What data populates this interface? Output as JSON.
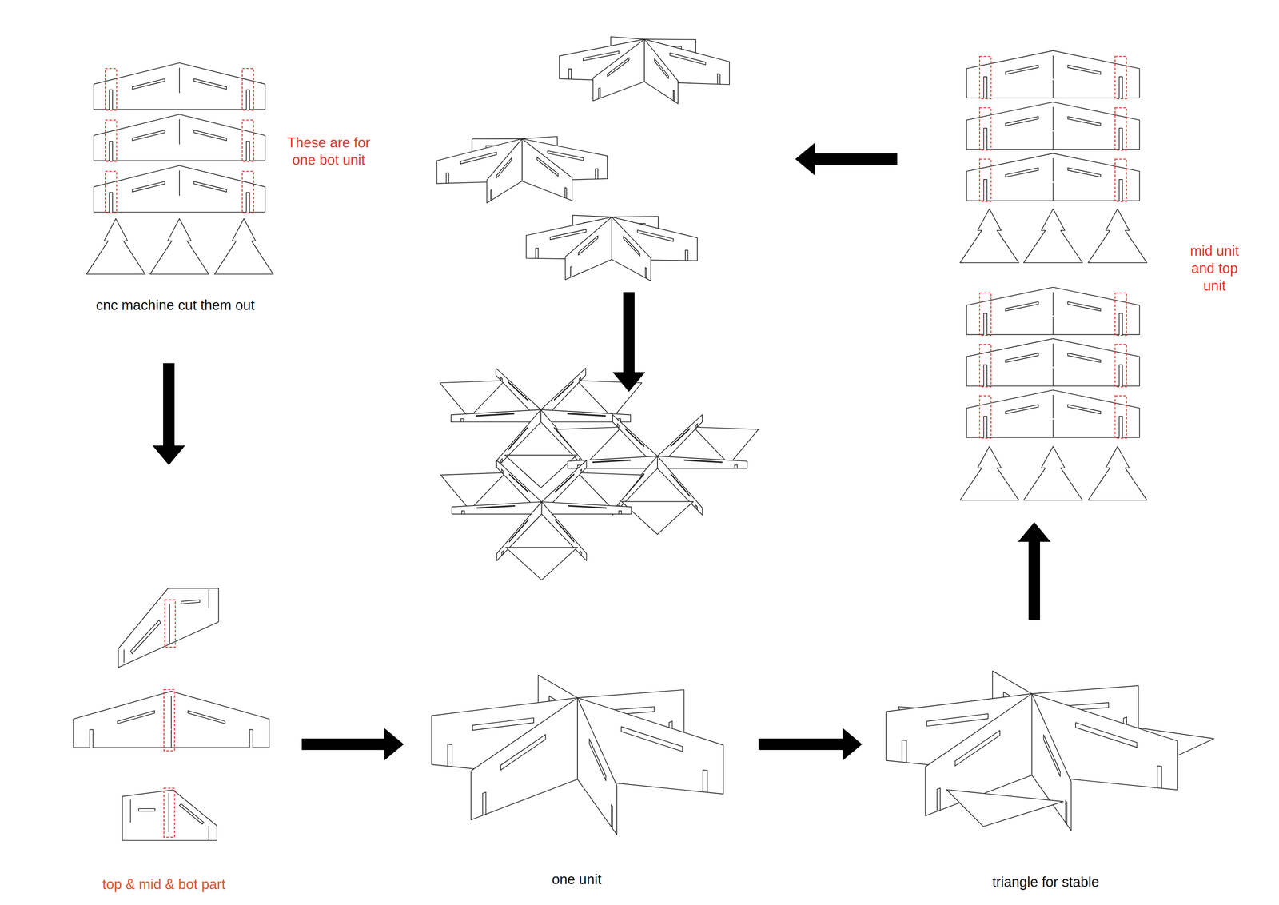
{
  "diagram": {
    "labels": [
      "These are for one bot unit",
      "mid unit and top unit",
      "cnc machine cut them out",
      "top & mid & bot part",
      "one unit",
      "triangle for stable"
    ]
  }
}
